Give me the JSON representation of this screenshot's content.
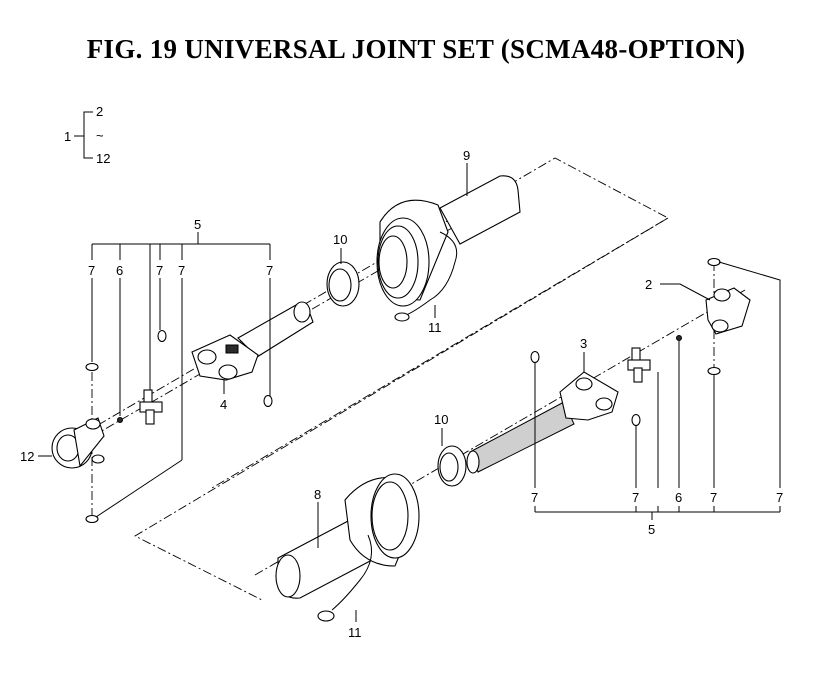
{
  "title": "FIG. 19  UNIVERSAL JOINT SET (SCMA48-OPTION)",
  "legend": {
    "assembly": "1",
    "first": "2",
    "range_mark": "~",
    "last": "12"
  },
  "callouts": {
    "c2": "2",
    "c3": "3",
    "c4": "4",
    "c5_top": "5",
    "c5_bottom": "5",
    "c6_left": "6",
    "c6_right": "6",
    "c7_a": "7",
    "c7_b": "7",
    "c7_c": "7",
    "c7_d": "7",
    "c7_e": "7",
    "c7_f": "7",
    "c7_g": "7",
    "c7_h": "7",
    "c8": "8",
    "c9": "9",
    "c10_top": "10",
    "c10_bottom": "10",
    "c11_top": "11",
    "c11_bottom": "11",
    "c12": "12"
  }
}
